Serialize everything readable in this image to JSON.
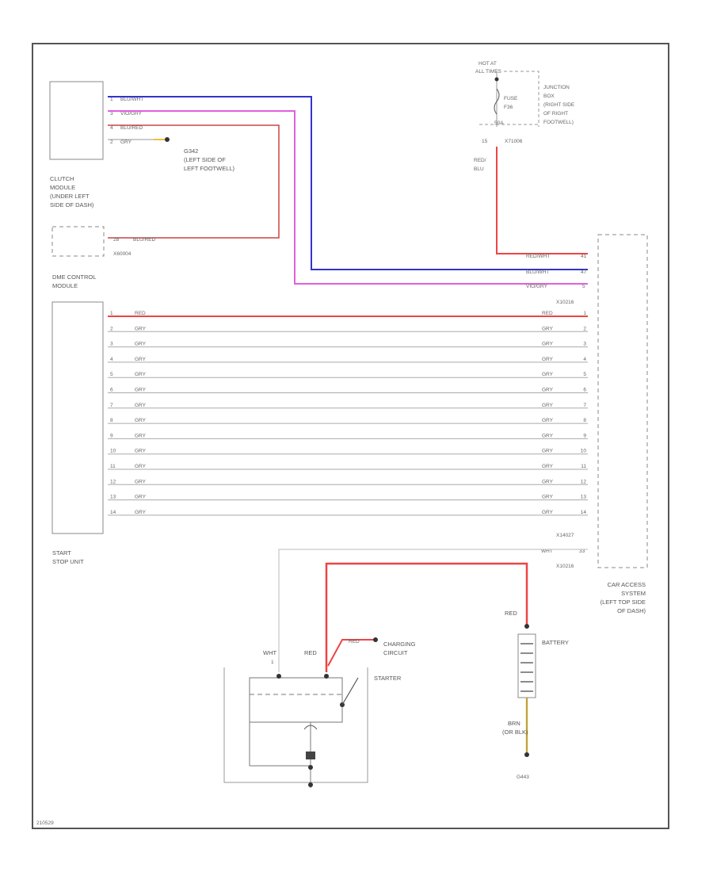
{
  "diagram_id": "210529",
  "clutch_module": {
    "label": [
      "CLUTCH",
      "MODULE",
      "(UNDER LEFT",
      "SIDE OF DASH)"
    ],
    "pins": [
      {
        "pin": "1",
        "wire": "BLU/WHT"
      },
      {
        "pin": "3",
        "wire": "VIO/GRY"
      },
      {
        "pin": "4",
        "wire": "BLU/RED"
      },
      {
        "pin": "2",
        "wire": "GRY"
      }
    ]
  },
  "ground_g342": {
    "label": [
      "G342",
      "(LEFT SIDE OF",
      "LEFT FOOTWELL)"
    ]
  },
  "dme_module": {
    "label": [
      "DME CONTROL",
      "MODULE"
    ],
    "pin": "28",
    "wire": "BLU/RED",
    "connector": "X60004"
  },
  "start_stop_unit": {
    "label": [
      "START",
      "STOP UNIT"
    ],
    "wires": [
      {
        "pin": "1",
        "wire": "RED",
        "cas_pin": "1"
      },
      {
        "pin": "2",
        "wire": "GRY",
        "cas_pin": "2"
      },
      {
        "pin": "3",
        "wire": "GRY",
        "cas_pin": "3"
      },
      {
        "pin": "4",
        "wire": "GRY",
        "cas_pin": "4"
      },
      {
        "pin": "5",
        "wire": "GRY",
        "cas_pin": "5"
      },
      {
        "pin": "6",
        "wire": "GRY",
        "cas_pin": "6"
      },
      {
        "pin": "7",
        "wire": "GRY",
        "cas_pin": "7"
      },
      {
        "pin": "8",
        "wire": "GRY",
        "cas_pin": "8"
      },
      {
        "pin": "9",
        "wire": "GRY",
        "cas_pin": "9"
      },
      {
        "pin": "10",
        "wire": "GRY",
        "cas_pin": "10"
      },
      {
        "pin": "11",
        "wire": "GRY",
        "cas_pin": "11"
      },
      {
        "pin": "12",
        "wire": "GRY",
        "cas_pin": "12"
      },
      {
        "pin": "13",
        "wire": "GRY",
        "cas_pin": "13"
      },
      {
        "pin": "14",
        "wire": "GRY",
        "cas_pin": "14"
      }
    ]
  },
  "car_access_system": {
    "label": [
      "CAR ACCESS",
      "SYSTEM",
      "(LEFT TOP SIDE",
      "OF DASH)"
    ],
    "upper_pins": [
      {
        "wire": "RED/WHT",
        "pin": "41"
      },
      {
        "wire": "BLU/WHT",
        "pin": "47"
      },
      {
        "wire": "VIO/GRY",
        "pin": "5"
      }
    ],
    "connector_upper": "X10216",
    "connector_mid": "X14027",
    "connector_lower": "X10216",
    "starter_wire": {
      "wire": "WHT",
      "pin": "33"
    }
  },
  "junction_box": {
    "hot": [
      "HOT AT",
      "ALL TIMES"
    ],
    "fuse": [
      "FUSE",
      "F36",
      "50A"
    ],
    "label": [
      "JUNCTION",
      "BOX",
      "(RIGHT SIDE",
      "OF RIGHT",
      "FOOTWELL)"
    ],
    "pin": "15",
    "connector": "X71006",
    "wire": [
      "RED/",
      "BLU"
    ]
  },
  "starter": {
    "label": "STARTER",
    "wht_label": "WHT",
    "wht_pin": "1",
    "red_label": "RED",
    "charging_wire": "RED",
    "charging_label": [
      "CHARGING",
      "CIRCUIT"
    ]
  },
  "battery": {
    "label": "BATTERY",
    "pos_wire": "RED",
    "neg_wire": [
      "BRN",
      "(OR BLK)"
    ],
    "ground": "G443"
  }
}
